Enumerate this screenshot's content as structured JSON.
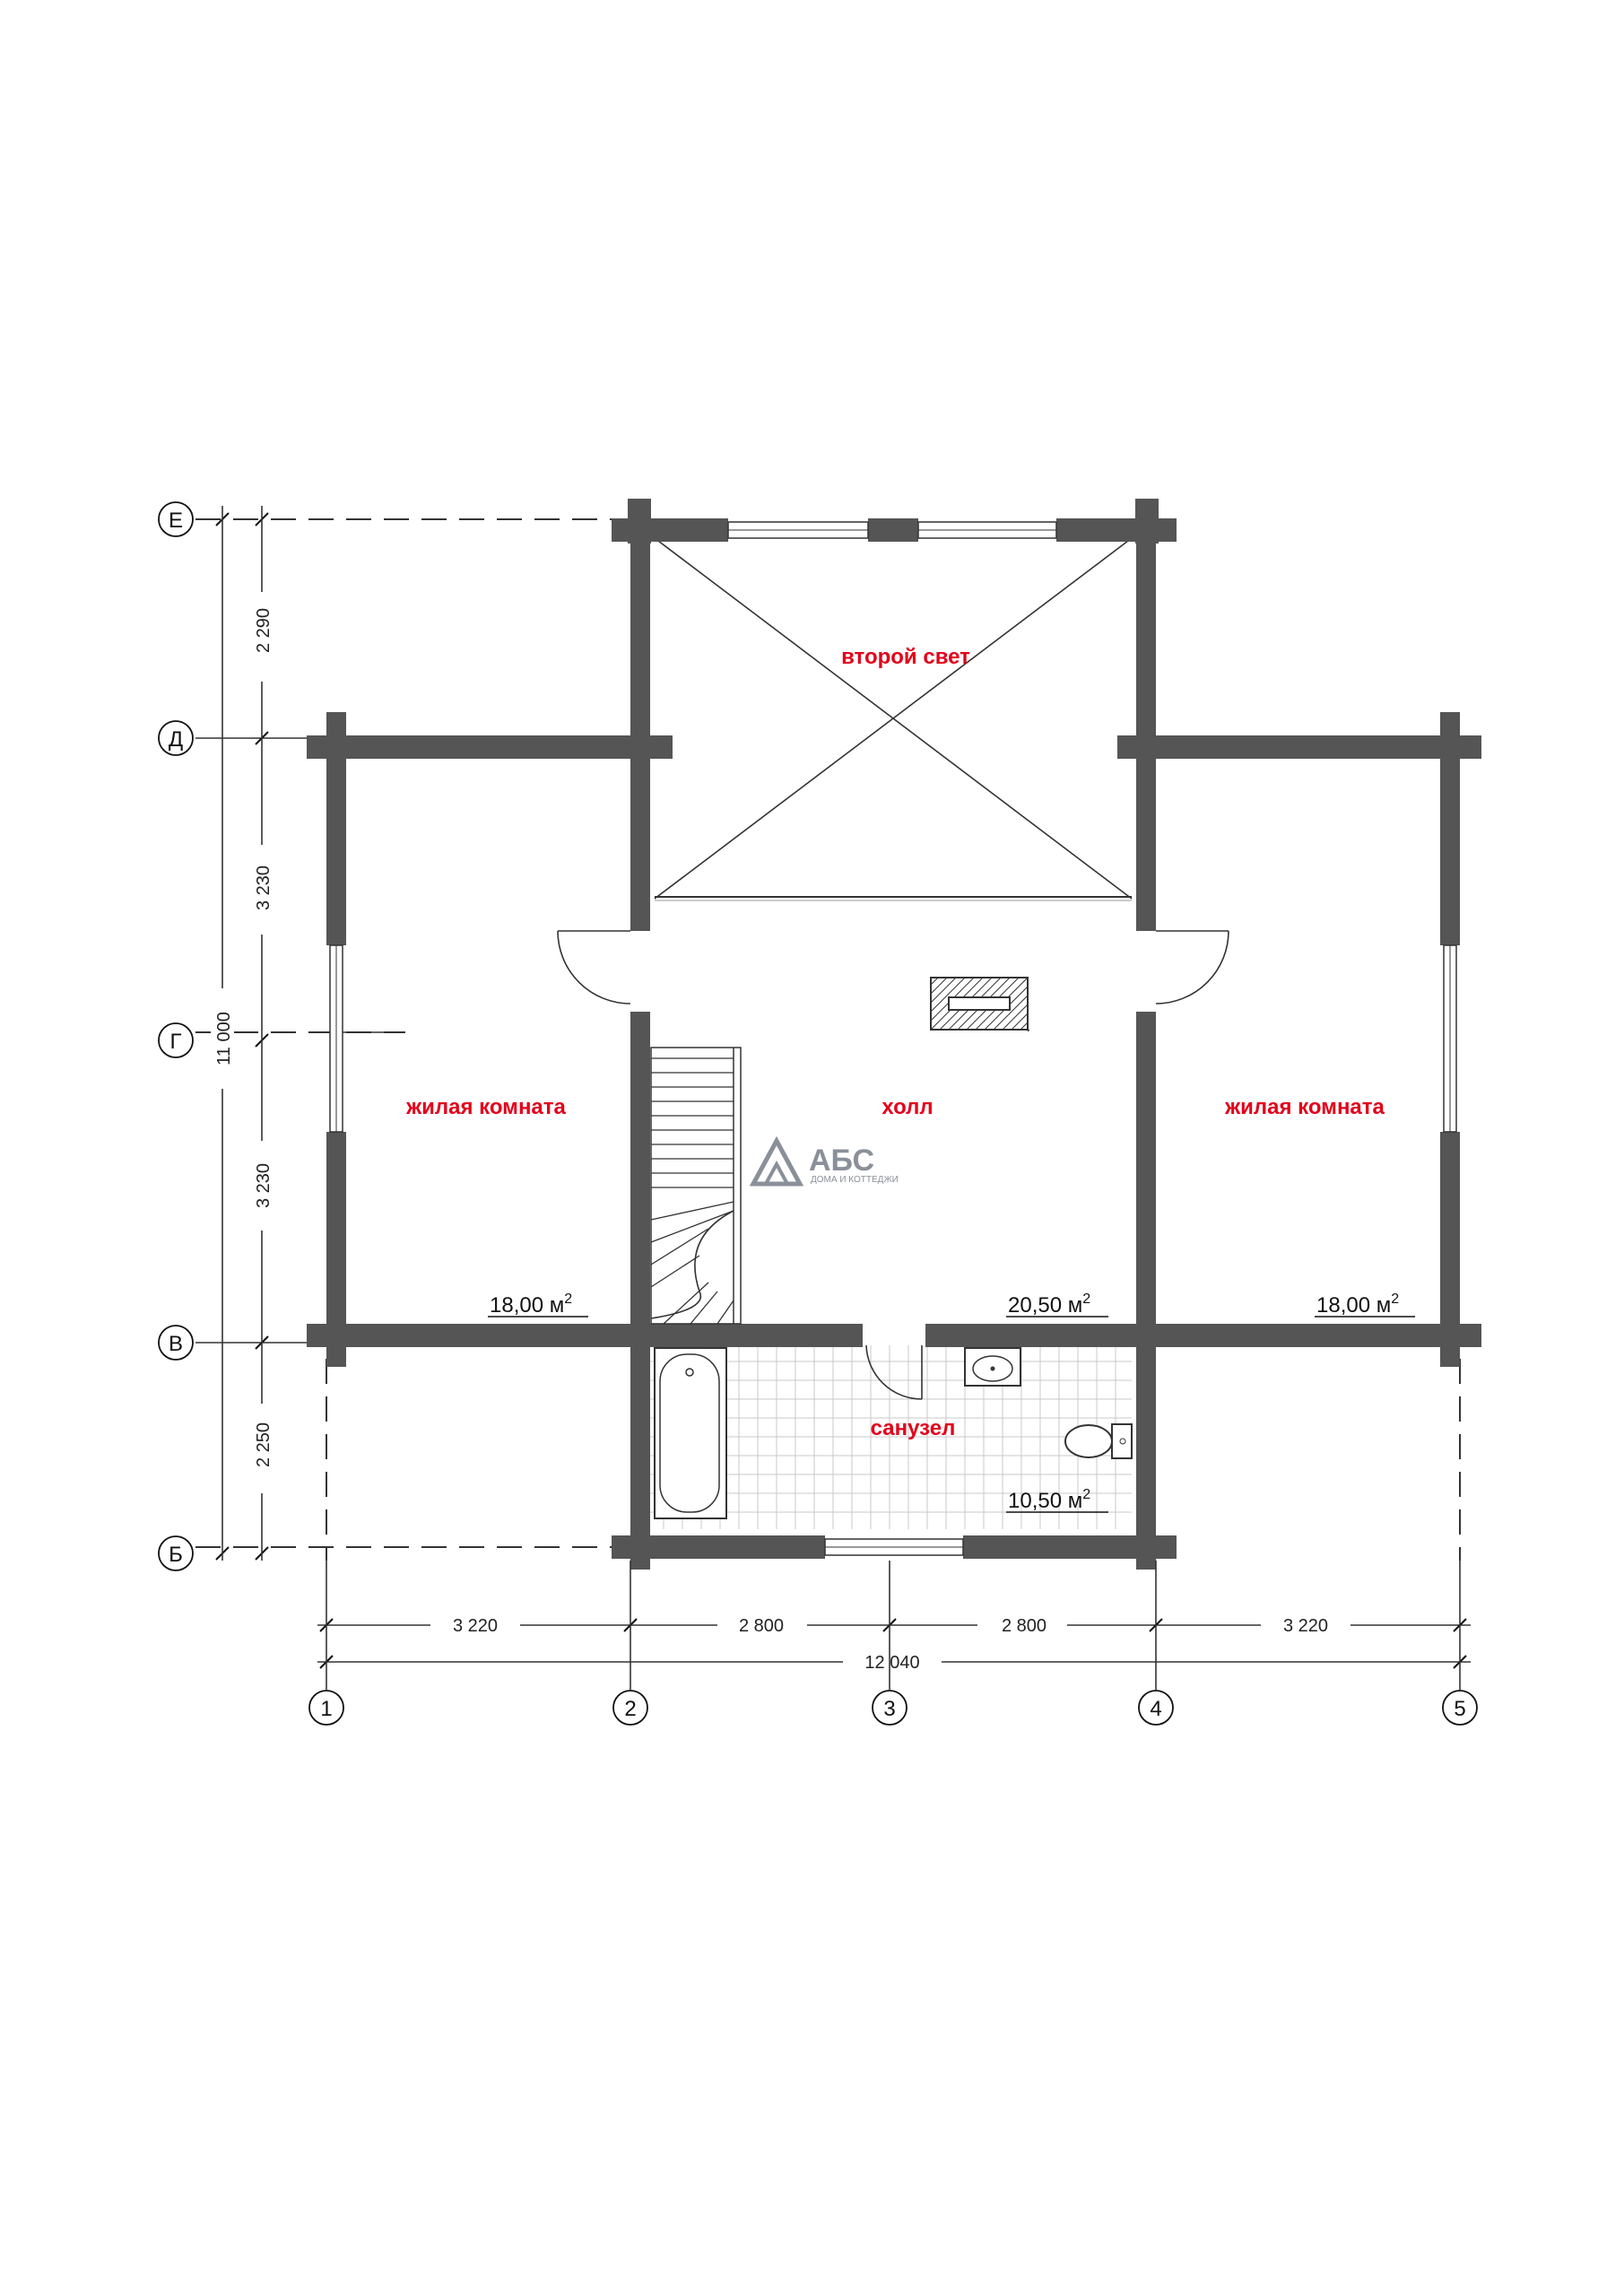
{
  "rooms": {
    "second_light": "второй свет",
    "living_left": "жилая комната",
    "hall": "холл",
    "living_right": "жилая комната",
    "bathroom": "санузел"
  },
  "areas": {
    "living_left": "18,00 м",
    "hall": "20,50 м",
    "living_right": "18,00 м",
    "bathroom": "10,50 м",
    "sup": "2"
  },
  "dims_horizontal": [
    "3 220",
    "2 800",
    "2 800",
    "3 220"
  ],
  "dim_total_horizontal": "12 040",
  "dims_vertical": [
    "2 290",
    "3 230",
    "3 230",
    "2 250"
  ],
  "dim_total_vertical": "11 000",
  "axes_numbers": [
    "1",
    "2",
    "3",
    "4",
    "5"
  ],
  "axes_letters": [
    "Е",
    "Д",
    "Г",
    "В",
    "Б"
  ],
  "logo": {
    "name": "АБС",
    "tagline": "ДОМА И КОТТЕДЖИ"
  },
  "colors": {
    "walls": "#555555",
    "room_labels": "#e3001b"
  }
}
